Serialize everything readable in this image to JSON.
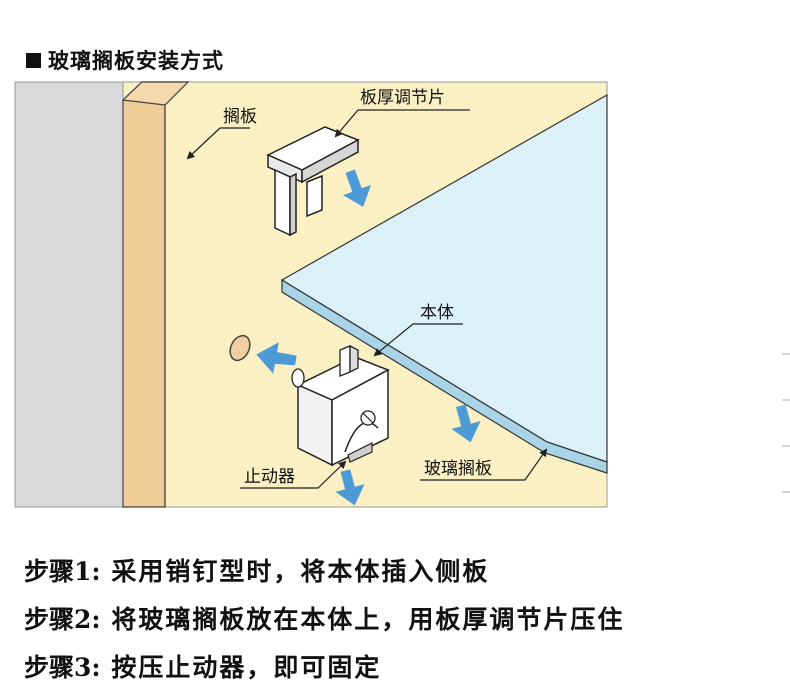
{
  "title": "玻璃搁板安装方式",
  "labels": {
    "shelf": "搁板",
    "thickness_adjuster": "板厚调节片",
    "body": "本体",
    "stopper": "止动器",
    "glass_shelf": "玻璃搁板"
  },
  "steps": [
    {
      "label": "步骤1:",
      "text": "采用销钉型时，将本体插入侧板"
    },
    {
      "label": "步骤2:",
      "text": "将玻璃搁板放在本体上，用板厚调节片压住"
    },
    {
      "label": "步骤3:",
      "text": "按压止动器，即可固定"
    }
  ],
  "colors": {
    "wall": "#fbf0c4",
    "side_wall": "#d9d9db",
    "wood_edge": "#f0cc99",
    "glass": "#dcf0f8",
    "arrow": "#4d9bd6",
    "pin": "#f2cfa0"
  },
  "icons": {
    "title_bullet": "black-square-icon",
    "arrow": "blue-arrow-icon"
  }
}
